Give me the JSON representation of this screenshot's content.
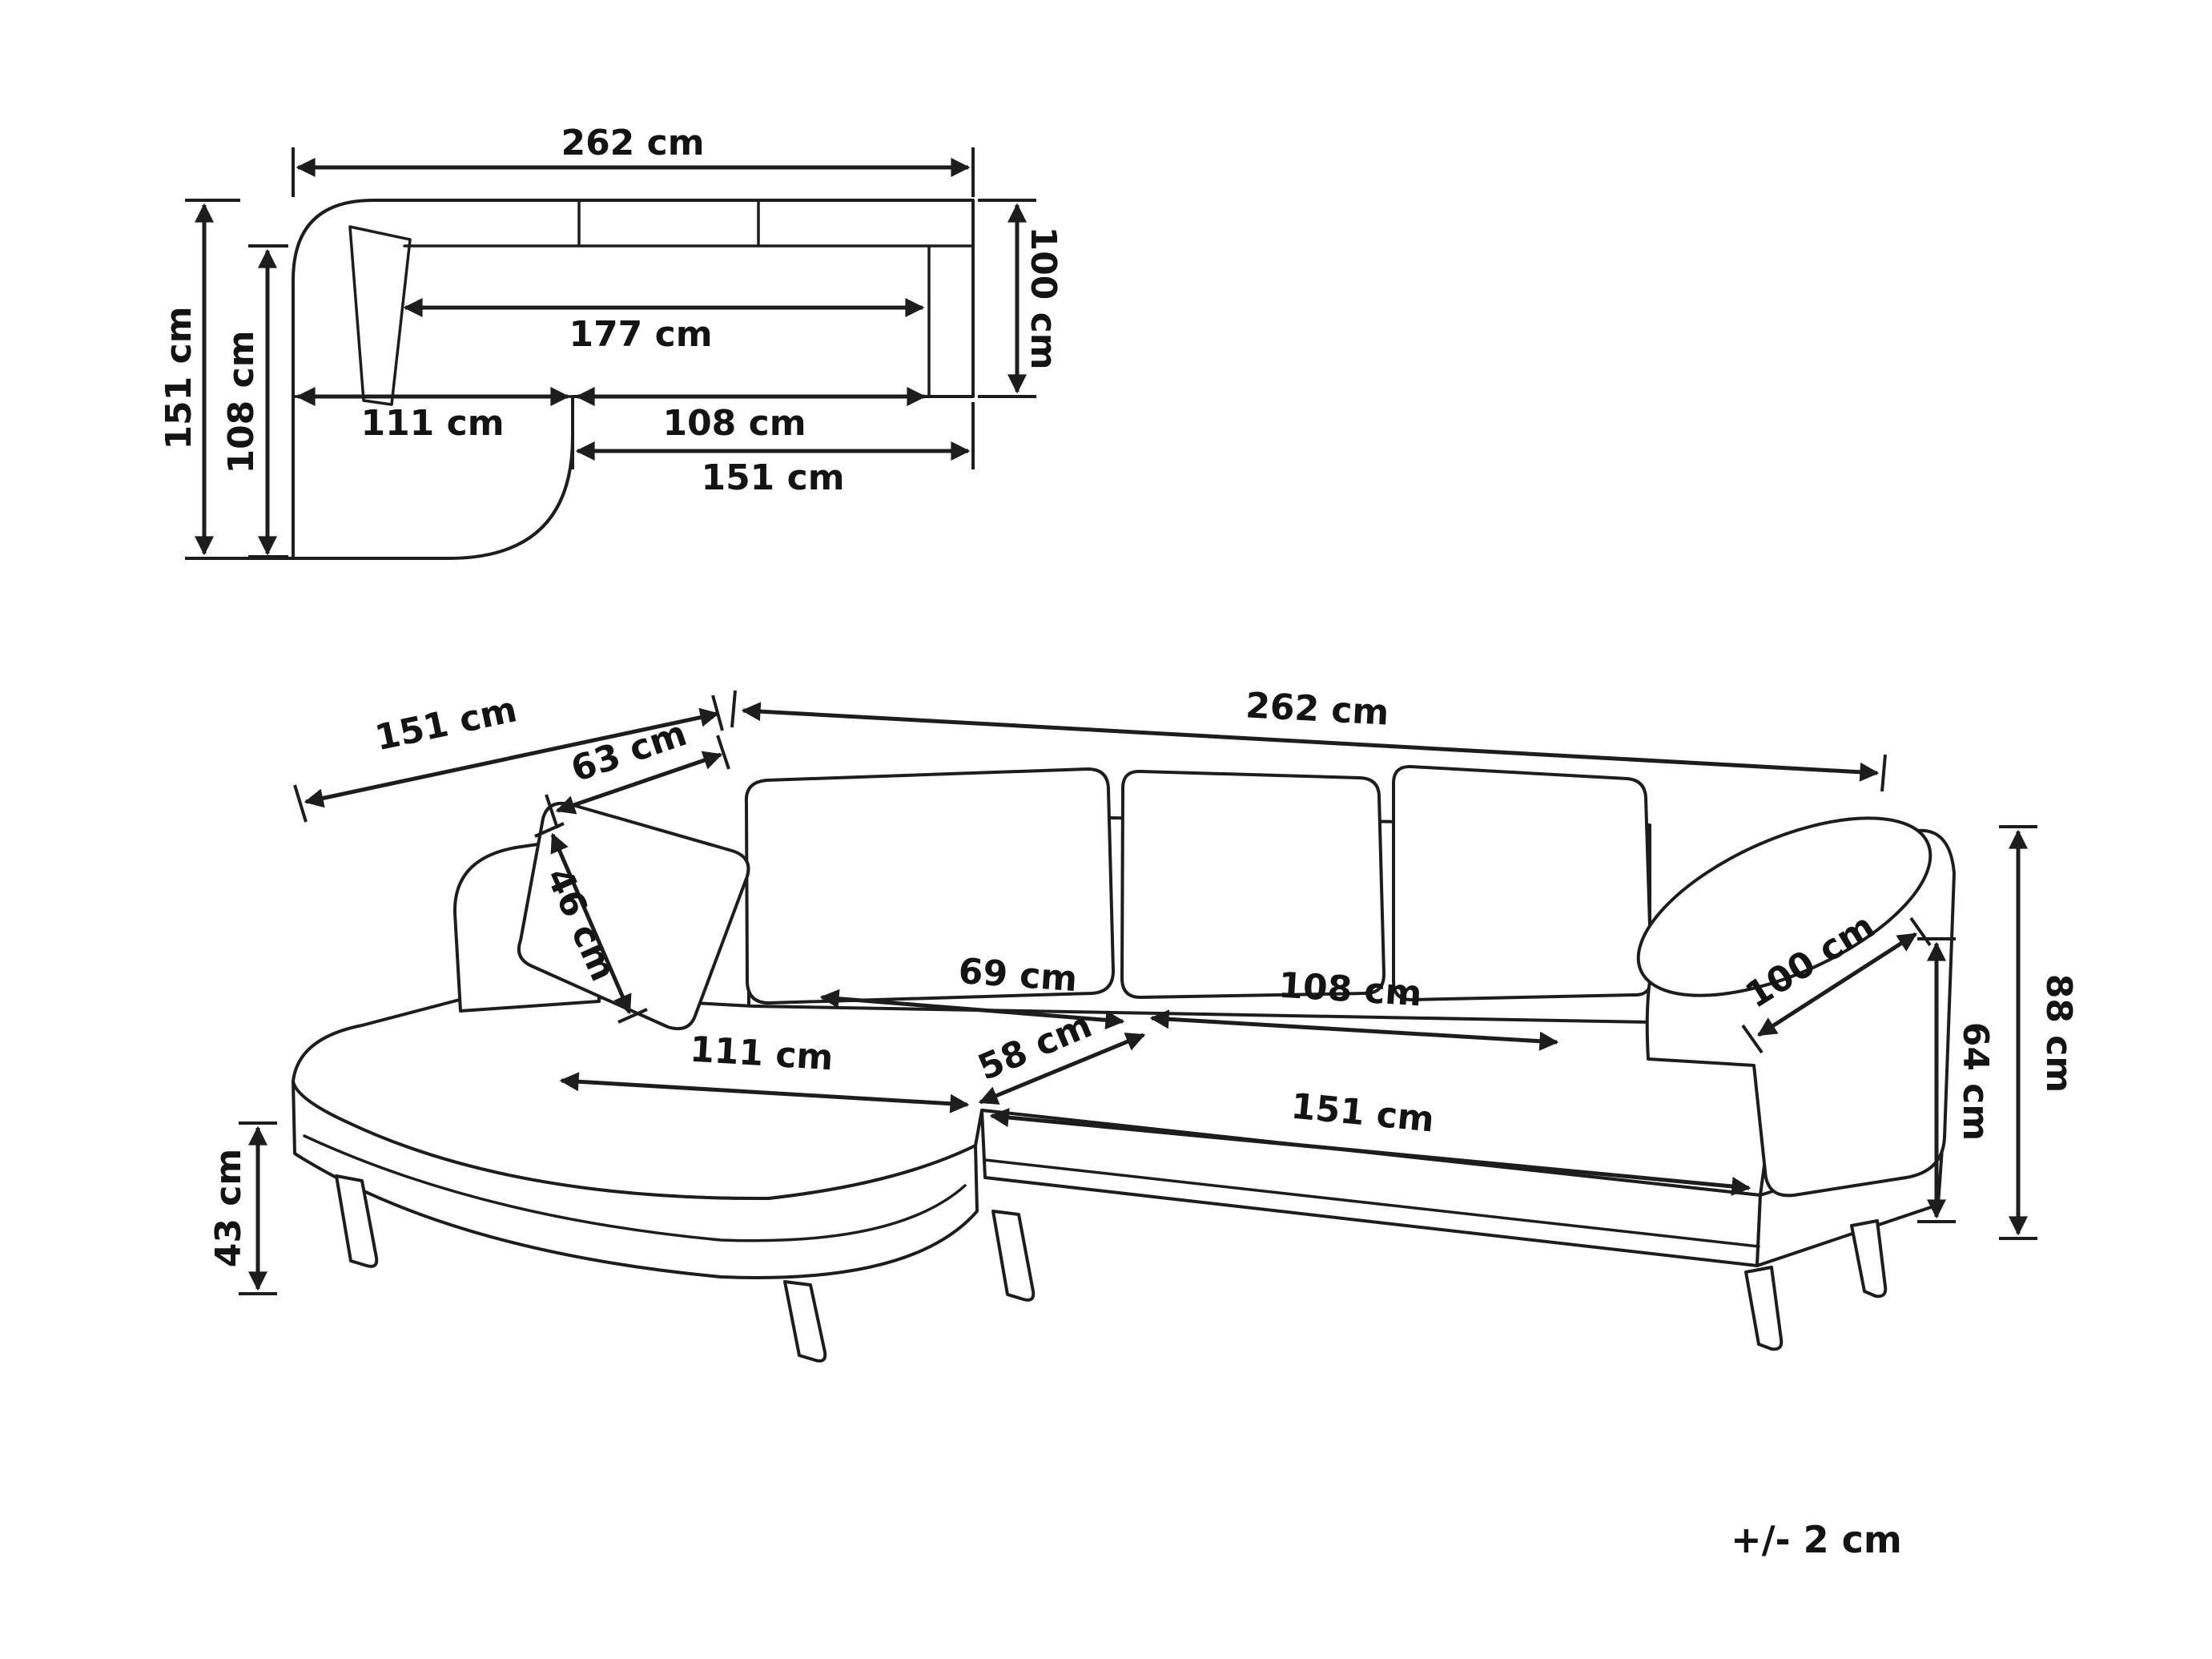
{
  "diagram": {
    "tolerance_note": "+/- 2 cm",
    "plan_view": {
      "total_width": "262 cm",
      "total_depth": "151 cm",
      "chaise_inner_depth": "108 cm",
      "inner_width": "177 cm",
      "right_depth": "100 cm",
      "chaise_width": "111 cm",
      "seat_width": "108 cm",
      "right_width": "151 cm"
    },
    "perspective_view": {
      "left_depth": "151 cm",
      "total_width": "262 cm",
      "back_cushion_width": "63 cm",
      "back_cushion_height": "46 cm",
      "seat_depth": "69 cm",
      "seat_width": "108 cm",
      "front_depth": "58 cm",
      "chaise_length": "111 cm",
      "seat_front_width": "151 cm",
      "armrest_length": "100 cm",
      "seat_height": "64 cm",
      "back_height": "88 cm",
      "base_height": "43 cm"
    }
  }
}
